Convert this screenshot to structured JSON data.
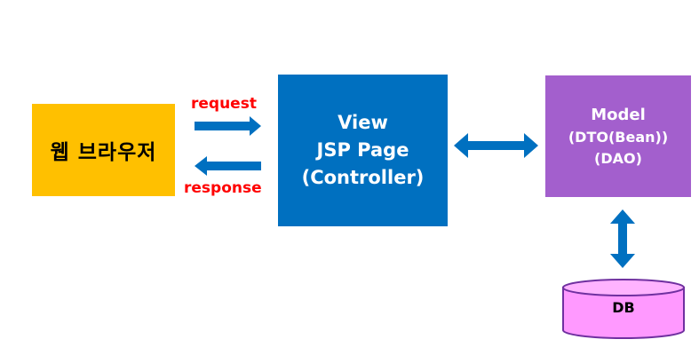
{
  "browser": {
    "label": "웹 브라우저"
  },
  "flow": {
    "request_label": "request",
    "response_label": "response"
  },
  "view": {
    "line1": "View",
    "line2": "JSP Page",
    "line3": "(Controller)"
  },
  "model": {
    "line1": "Model",
    "line2": "(DTO(Bean))",
    "line3": "(DAO)"
  },
  "db": {
    "label": "DB"
  },
  "colors": {
    "browser_fill": "#FFC000",
    "view_fill": "#0070C0",
    "model_fill": "#A35FCD",
    "db_fill": "#FF99FF",
    "db_stroke": "#7030A0",
    "arrow": "#0070C0",
    "flow_label": "#FF0000"
  }
}
